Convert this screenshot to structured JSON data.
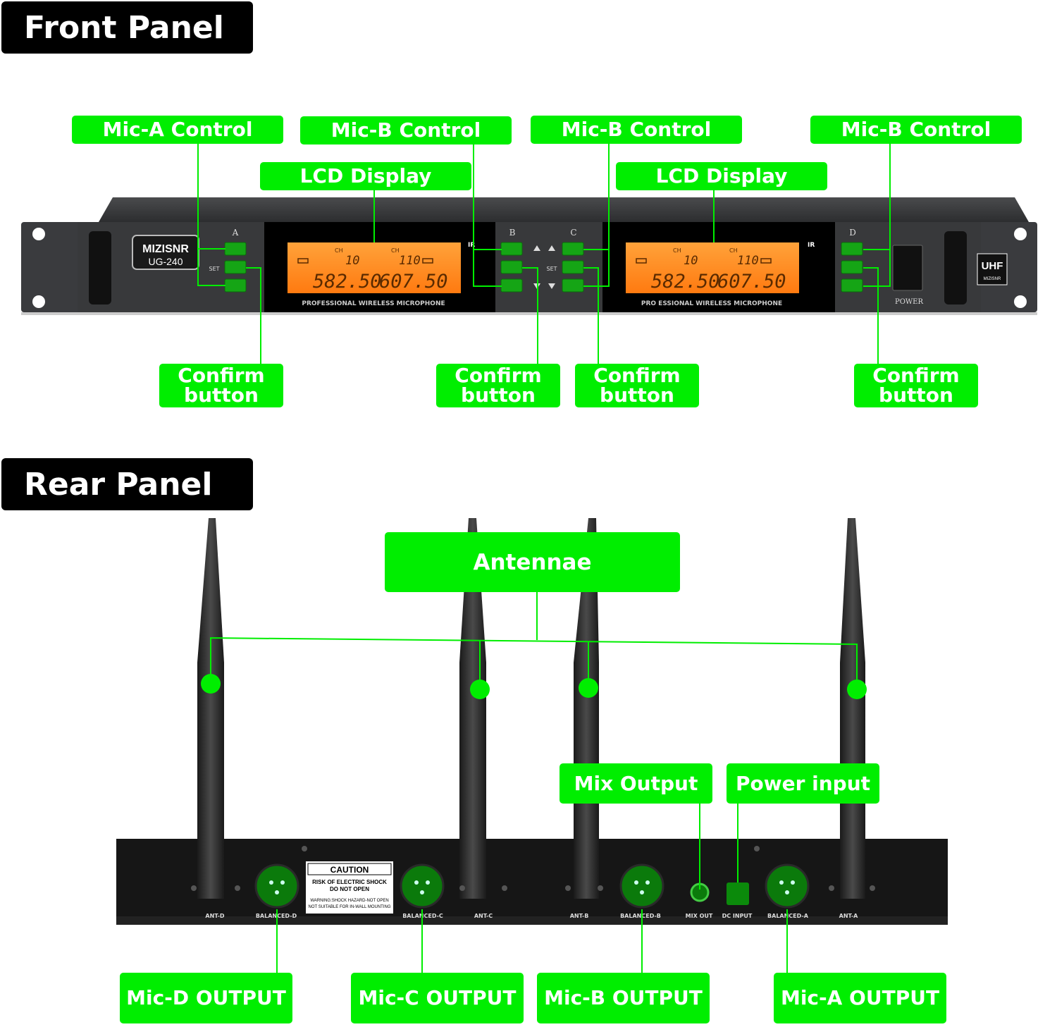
{
  "front_title": "Front Panel",
  "rear_title": "Rear Panel",
  "front_callouts": {
    "mic_a_control": "Mic-A Control",
    "mic_b_control_1": "Mic-B Control",
    "mic_b_control_2": "Mic-B Control",
    "mic_b_control_3": "Mic-B Control",
    "lcd_display_1": "LCD Display",
    "lcd_display_2": "LCD Display",
    "confirm_1": "Confirm button",
    "confirm_2": "Confirm button",
    "confirm_3": "Confirm button",
    "confirm_4": "Confirm button"
  },
  "device_front": {
    "brand": "MIZISNR",
    "model": "UG-240",
    "channel_letters": [
      "A",
      "B",
      "C",
      "D"
    ],
    "set_label": "SET",
    "lcd_ch_label": "CH",
    "lcd_1": {
      "ch_left": "10",
      "ch_right": "110",
      "freq_left": "582.50",
      "freq_right": "607.50",
      "caption": "PROFESSIONAL WIRELESS MICROPHONE"
    },
    "lcd_2": {
      "ch_left": "10",
      "ch_right": "110",
      "freq_left": "582.50",
      "freq_right": "607.50",
      "caption": "PRO  ESSIONAL WIRELESS MICROPHONE"
    },
    "ir_label": "IR",
    "power_label": "POWER",
    "uhf_badge": "UHF",
    "uhf_brand": "MIZISNR"
  },
  "rear_callouts": {
    "antennae": "Antennae",
    "mix_output": "Mix Output",
    "power_input": "Power input",
    "mic_d_output": "Mic-D OUTPUT",
    "mic_c_output": "Mic-C OUTPUT",
    "mic_b_output": "Mic-B OUTPUT",
    "mic_a_output": "Mic-A OUTPUT"
  },
  "device_rear": {
    "ports": [
      "ANT-D",
      "BALANCED-D",
      "BALANCED-C",
      "ANT-C",
      "ANT-B",
      "BALANCED-B",
      "MIX OUT",
      "DC INPUT",
      "BALANCED-A",
      "ANT-A"
    ],
    "caution_title": "CAUTION",
    "caution_line1": "RISK OF ELECTRIC SHOCK",
    "caution_line2": "DO NOT OPEN",
    "caution_line3": "WARNING:SHOCK HAZARD-NOT OPEN",
    "caution_line4": "NOT SUITABLE FOR IN-WALL MOUNTING"
  },
  "colors": {
    "accent_green": "#00ee00",
    "lcd_orange": "#ff8a1e",
    "panel": "#2a2b2d"
  }
}
